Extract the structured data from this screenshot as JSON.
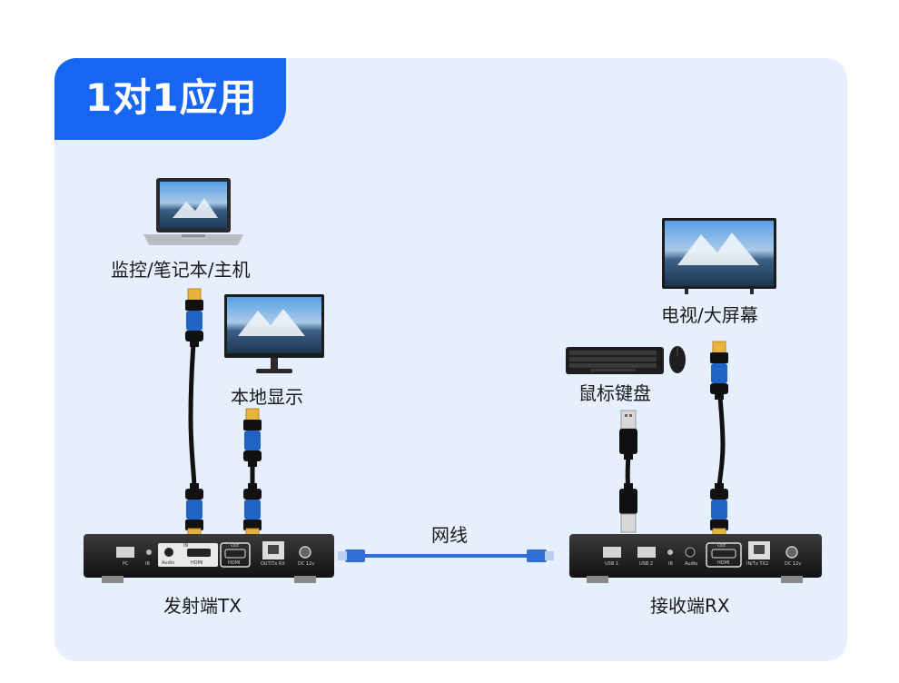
{
  "title": "1对1应用",
  "labels": {
    "source": "监控/笔记本/主机",
    "local_display": "本地显示",
    "tv": "电视/大屏幕",
    "keyboard_mouse": "鼠标键盘",
    "network_cable": "网线",
    "transmitter": "发射端TX",
    "receiver": "接收端RX"
  },
  "ports": {
    "tx": [
      "PC",
      "IR",
      "Audio",
      "HDMI",
      "HDMI",
      "OUT/Tx RX",
      "DC 12v"
    ],
    "rx": [
      "USB 1",
      "USB 2",
      "IR",
      "Audio",
      "HDMI",
      "IN/Tx TX2",
      "DC 12v"
    ],
    "in_tag": "IN",
    "out_tag": "Out"
  },
  "colors": {
    "accent": "#1766f2",
    "panel_bg": "#e6effd",
    "cable_blue": "#2f6fd6",
    "hdmi_gold": "#e8b33a",
    "hdmi_blue": "#1f63c4"
  }
}
